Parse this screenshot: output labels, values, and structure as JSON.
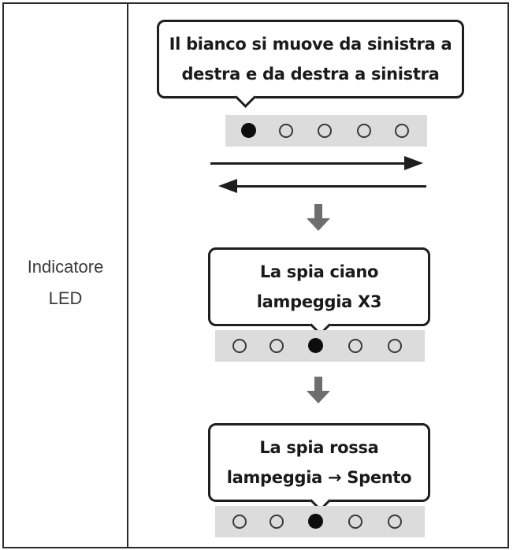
{
  "row_label": {
    "line1": "Indicatore",
    "line2": "LED"
  },
  "steps": [
    {
      "callout_line1": "Il bianco si muove da sinistra a",
      "callout_line2": "destra e da destra a sinistra",
      "leds_lit": [
        1
      ]
    },
    {
      "callout_line1": "La spia ciano",
      "callout_line2": "lampeggia X3",
      "leds_lit": [
        3
      ]
    },
    {
      "callout_line1": "La spia rossa",
      "callout_line2": "lampeggia → Spento",
      "leds_lit": [
        3
      ]
    }
  ],
  "led_count": 5,
  "colors": {
    "border": "#2a2a2a",
    "led_bar": "#dcdcdc",
    "led_on": "#0d0d0d",
    "down_arrow": "#6e6e6e"
  },
  "icons": {
    "direction_arrows": "bidirectional-arrows-icon",
    "next_step": "down-arrow-icon"
  }
}
